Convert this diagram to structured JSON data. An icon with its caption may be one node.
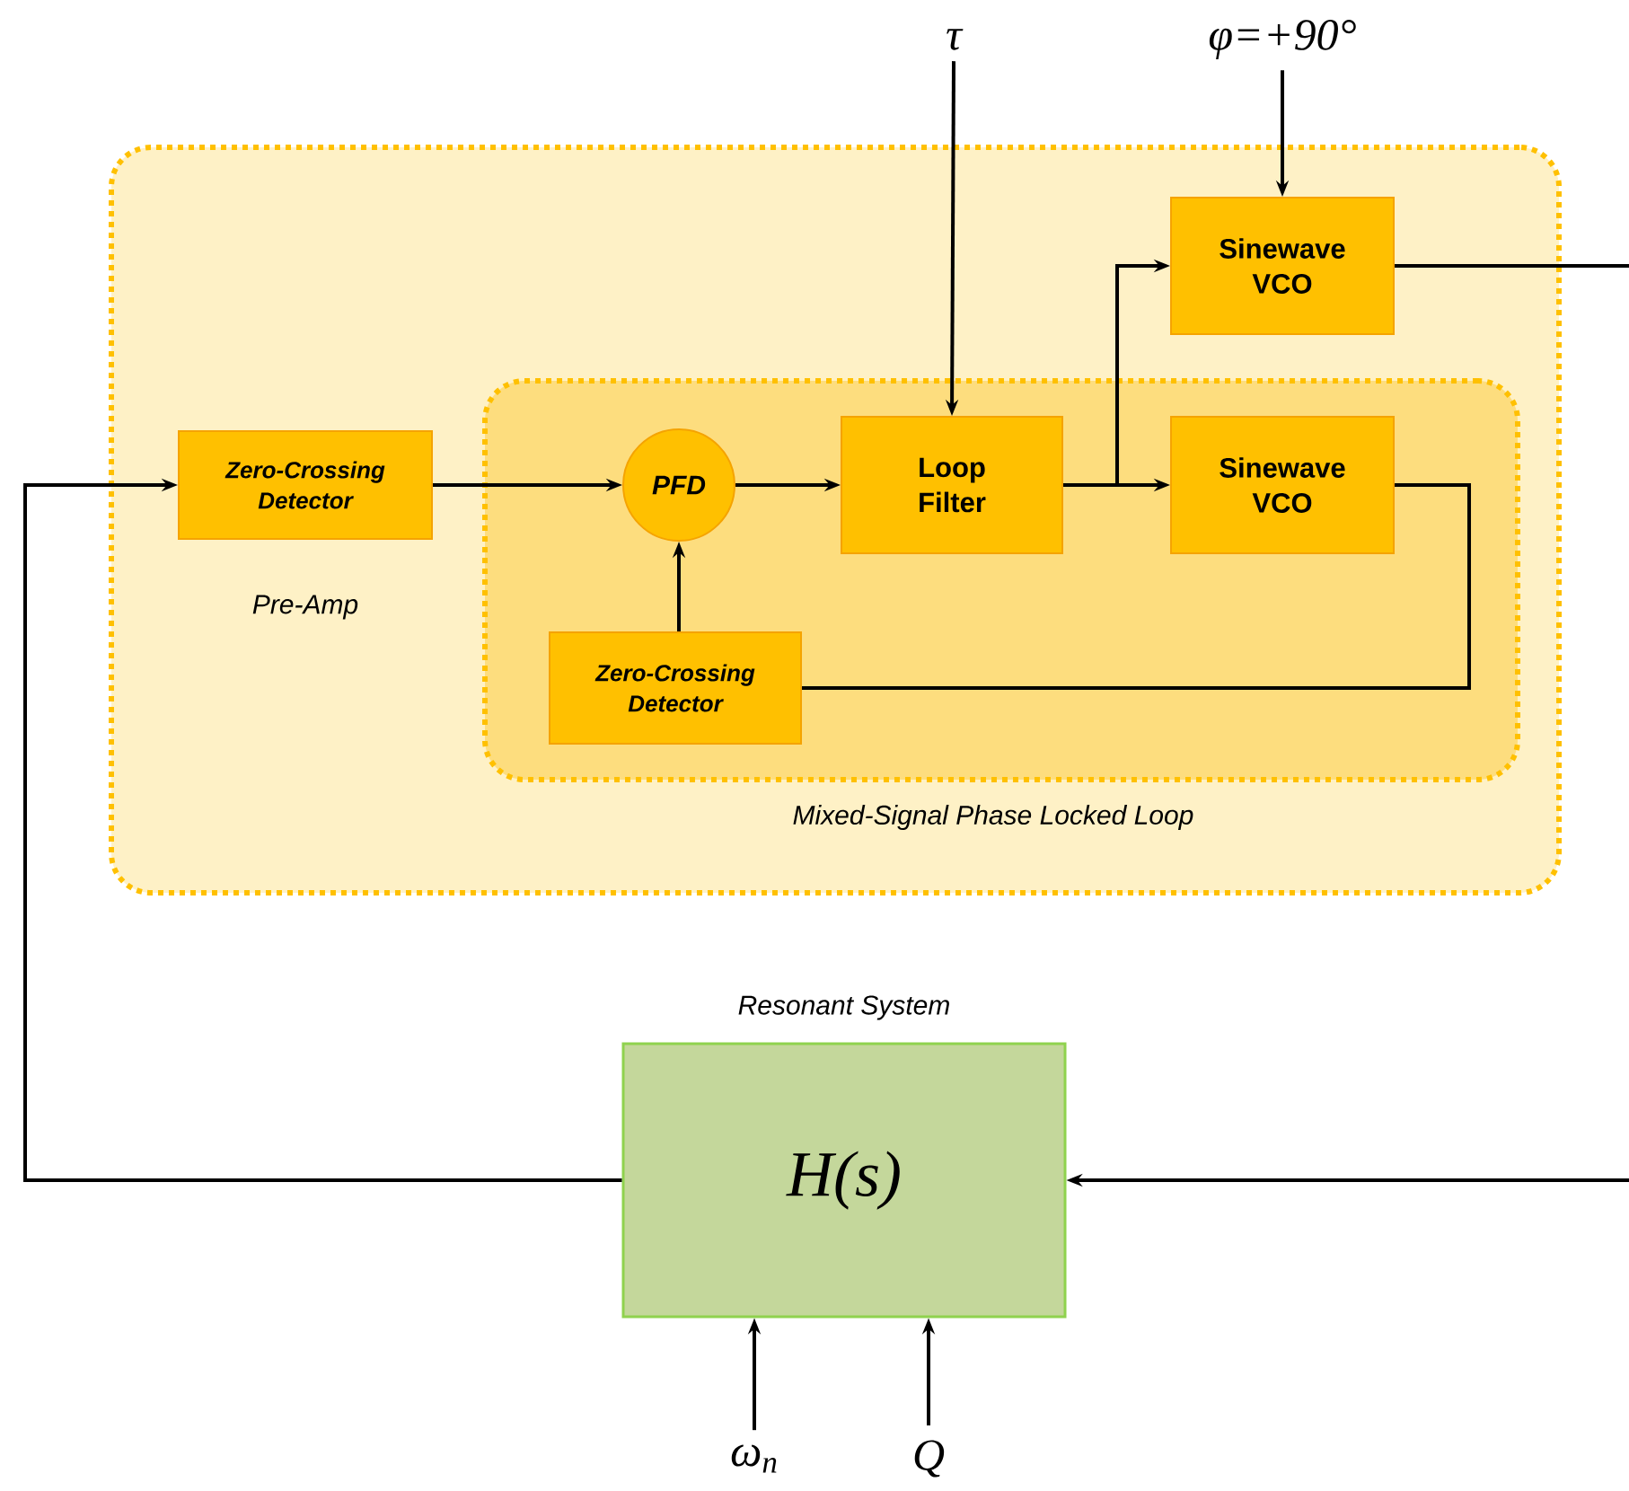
{
  "diagram": {
    "nodes": [
      {
        "text": [
          "Pre-Amp"
        ]
      },
      {
        "text": [
          "Zero-Crossing Detector"
        ],
        "in": 0
      },
      {
        "text": [
          "Mixed-Signal Phase Locked Loop"
        ],
        "in": 0
      },
      {
        "text": [
          "PFD"
        ],
        "in": 2
      },
      {
        "text": [
          "Loop Filter"
        ],
        "in": 2
      },
      {
        "text": [
          "Sinewave VCO"
        ],
        "in": 0
      },
      {
        "text": [
          "Sinewave VCO"
        ],
        "in": 2
      },
      {
        "text": [
          "Zero-Crossing Detector"
        ],
        "in": 2
      },
      {
        "text": [
          "Resonant System",
          "H(s)"
        ]
      },
      {
        "text": [
          "τ"
        ]
      },
      {
        "text": [
          "φ=+90°"
        ]
      },
      {
        "text": [
          "ω$_{n}$"
        ]
      },
      {
        "text": [
          "Q"
        ]
      }
    ],
    "edges": [
      {
        "from": 8,
        "to": 1,
        "arrow": "to"
      },
      {
        "from": 1,
        "to": 3,
        "arrow": "to"
      },
      {
        "from": 3,
        "to": 4,
        "arrow": "to"
      },
      {
        "from": 4,
        "to": 6,
        "arrow": "to"
      },
      {
        "from": 4,
        "to": 5,
        "arrow": "to"
      },
      {
        "from": 6,
        "to": 7,
        "arrow": "none"
      },
      {
        "from": 7,
        "to": 3,
        "arrow": "to"
      },
      {
        "from": 9,
        "to": 4,
        "arrow": "to"
      },
      {
        "from": 10,
        "to": 5,
        "arrow": "to"
      },
      {
        "from": 5,
        "to": null,
        "arrow": "none"
      },
      {
        "from": null,
        "to": 8,
        "arrow": "to"
      },
      {
        "from": 11,
        "to": 8,
        "arrow": "to"
      },
      {
        "from": 12,
        "to": 8,
        "arrow": "to"
      }
    ]
  }
}
